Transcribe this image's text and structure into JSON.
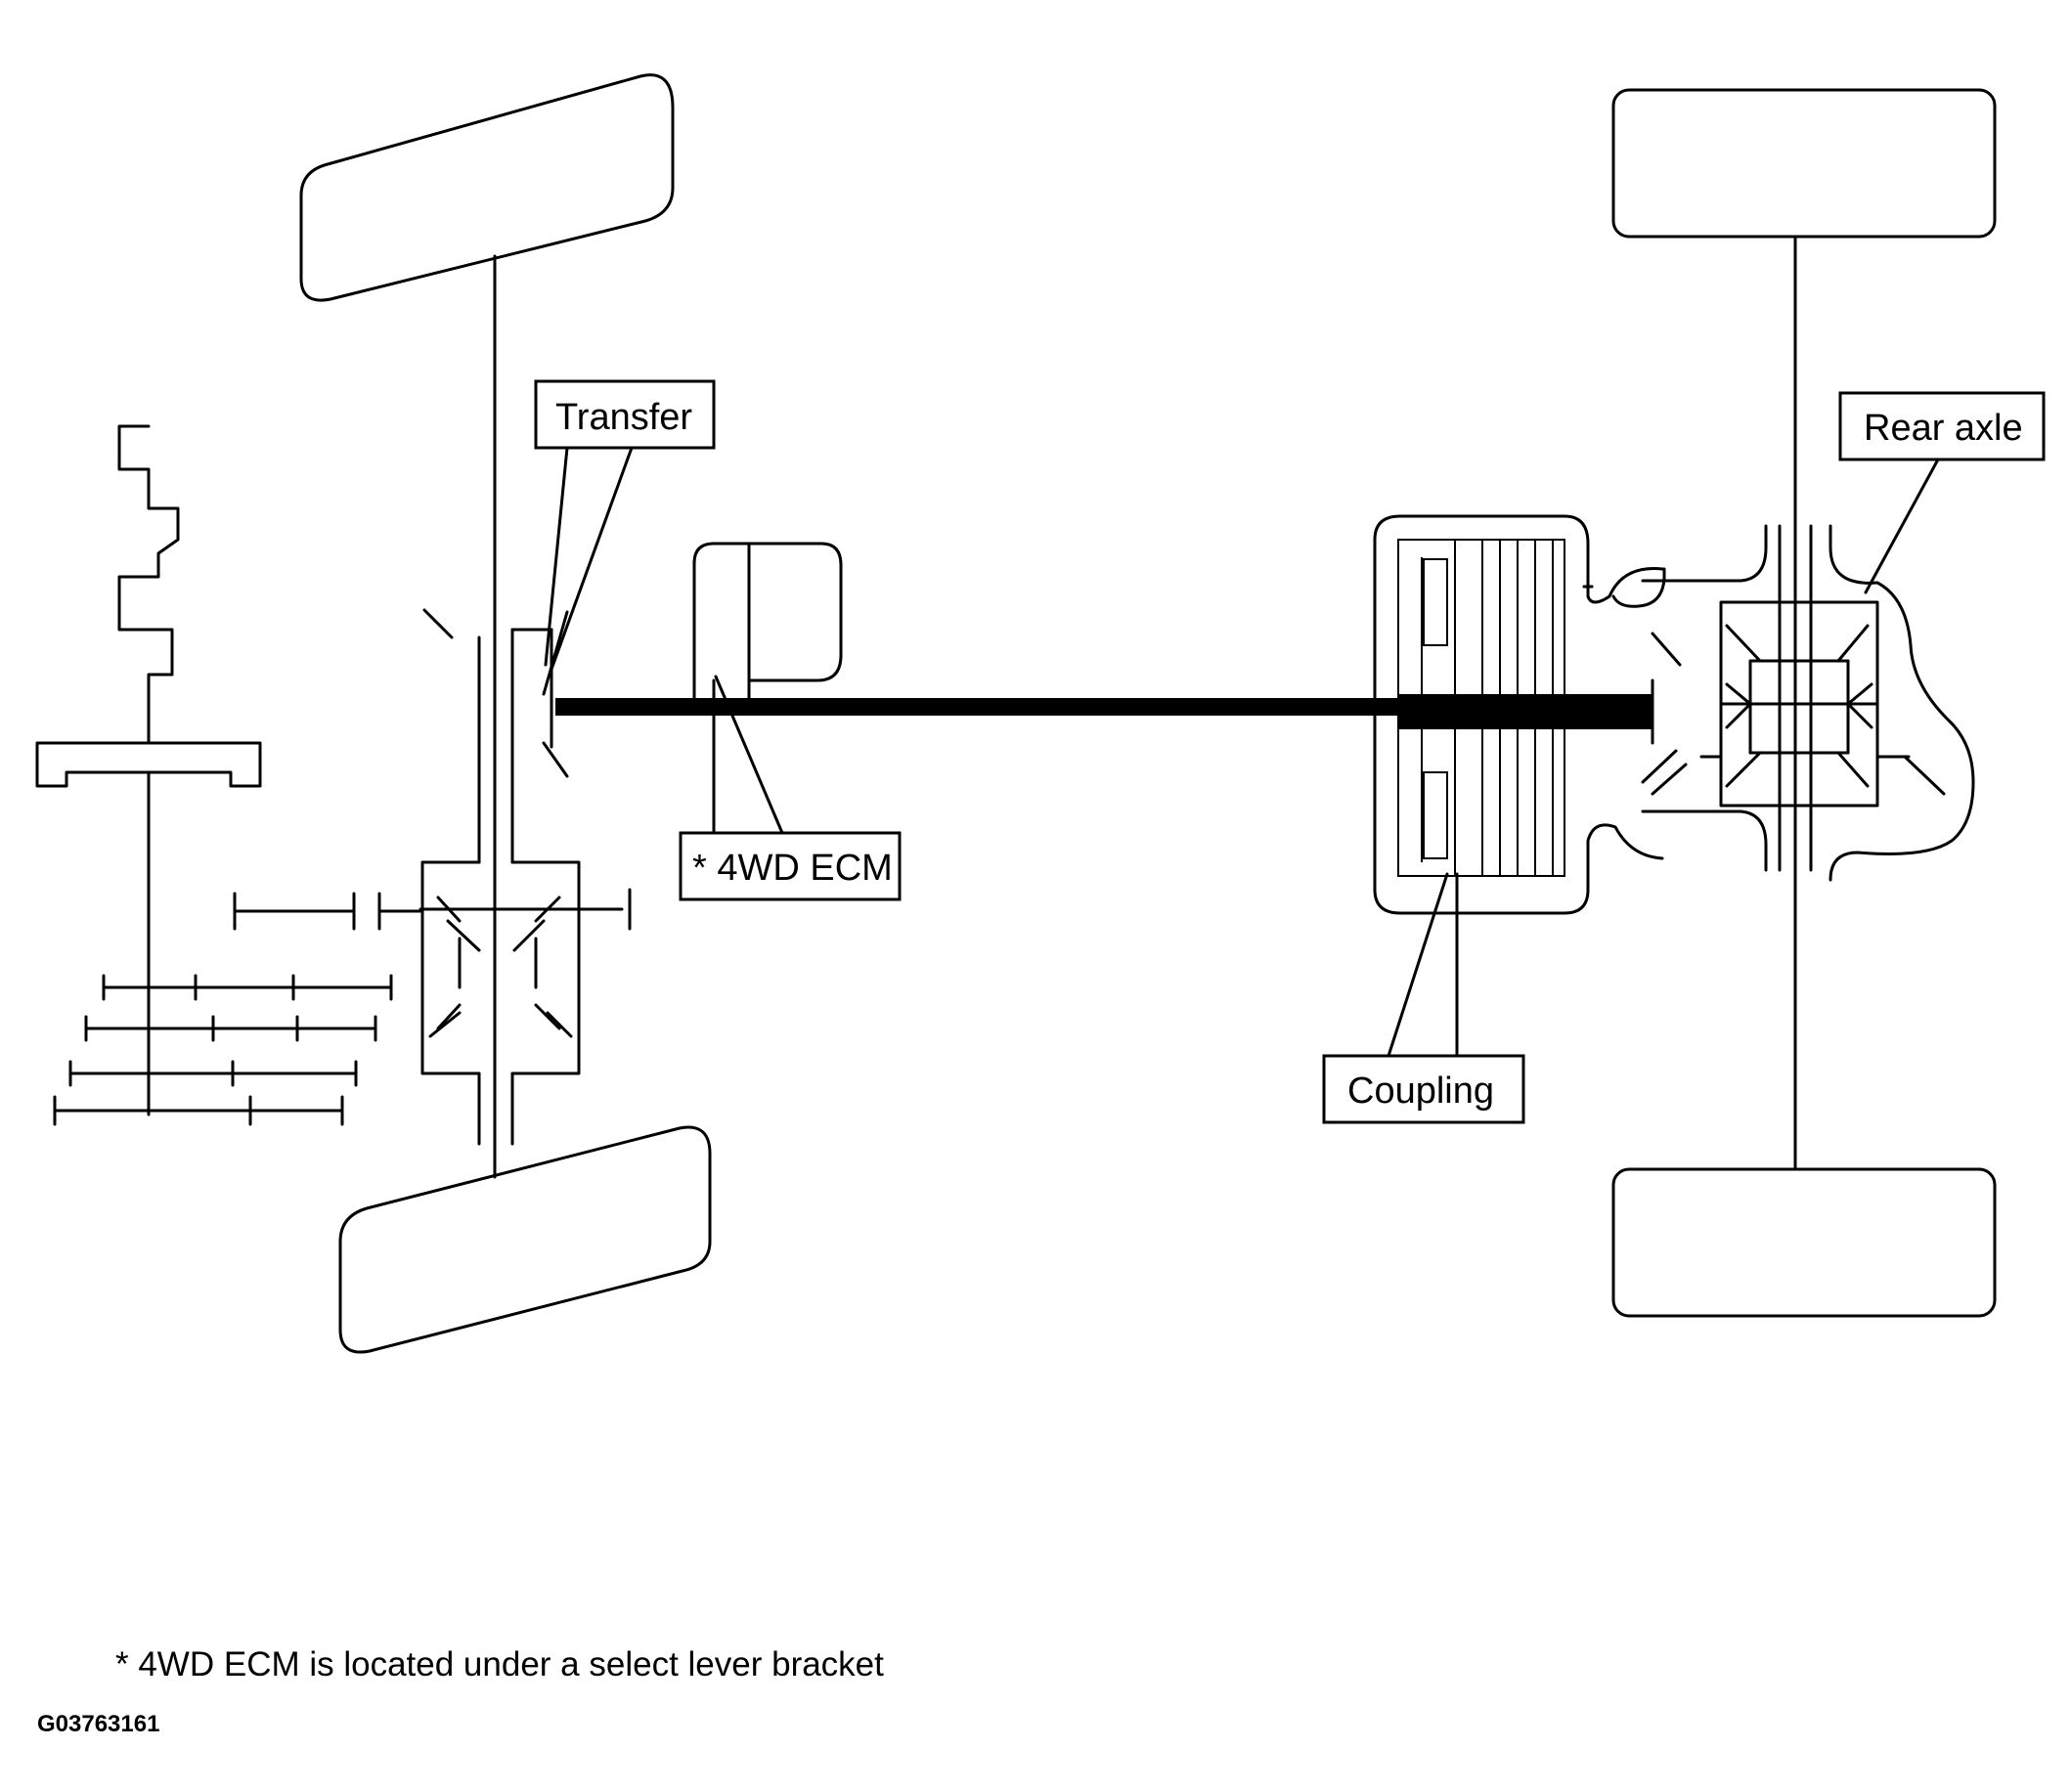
{
  "callouts": {
    "transfer": "Transfer",
    "ecm": "* 4WD ECM",
    "coupling": "Coupling",
    "rear_axle": "Rear axle"
  },
  "footnote": "* 4WD ECM is located under a select lever bracket",
  "figure_id": "G03763161"
}
